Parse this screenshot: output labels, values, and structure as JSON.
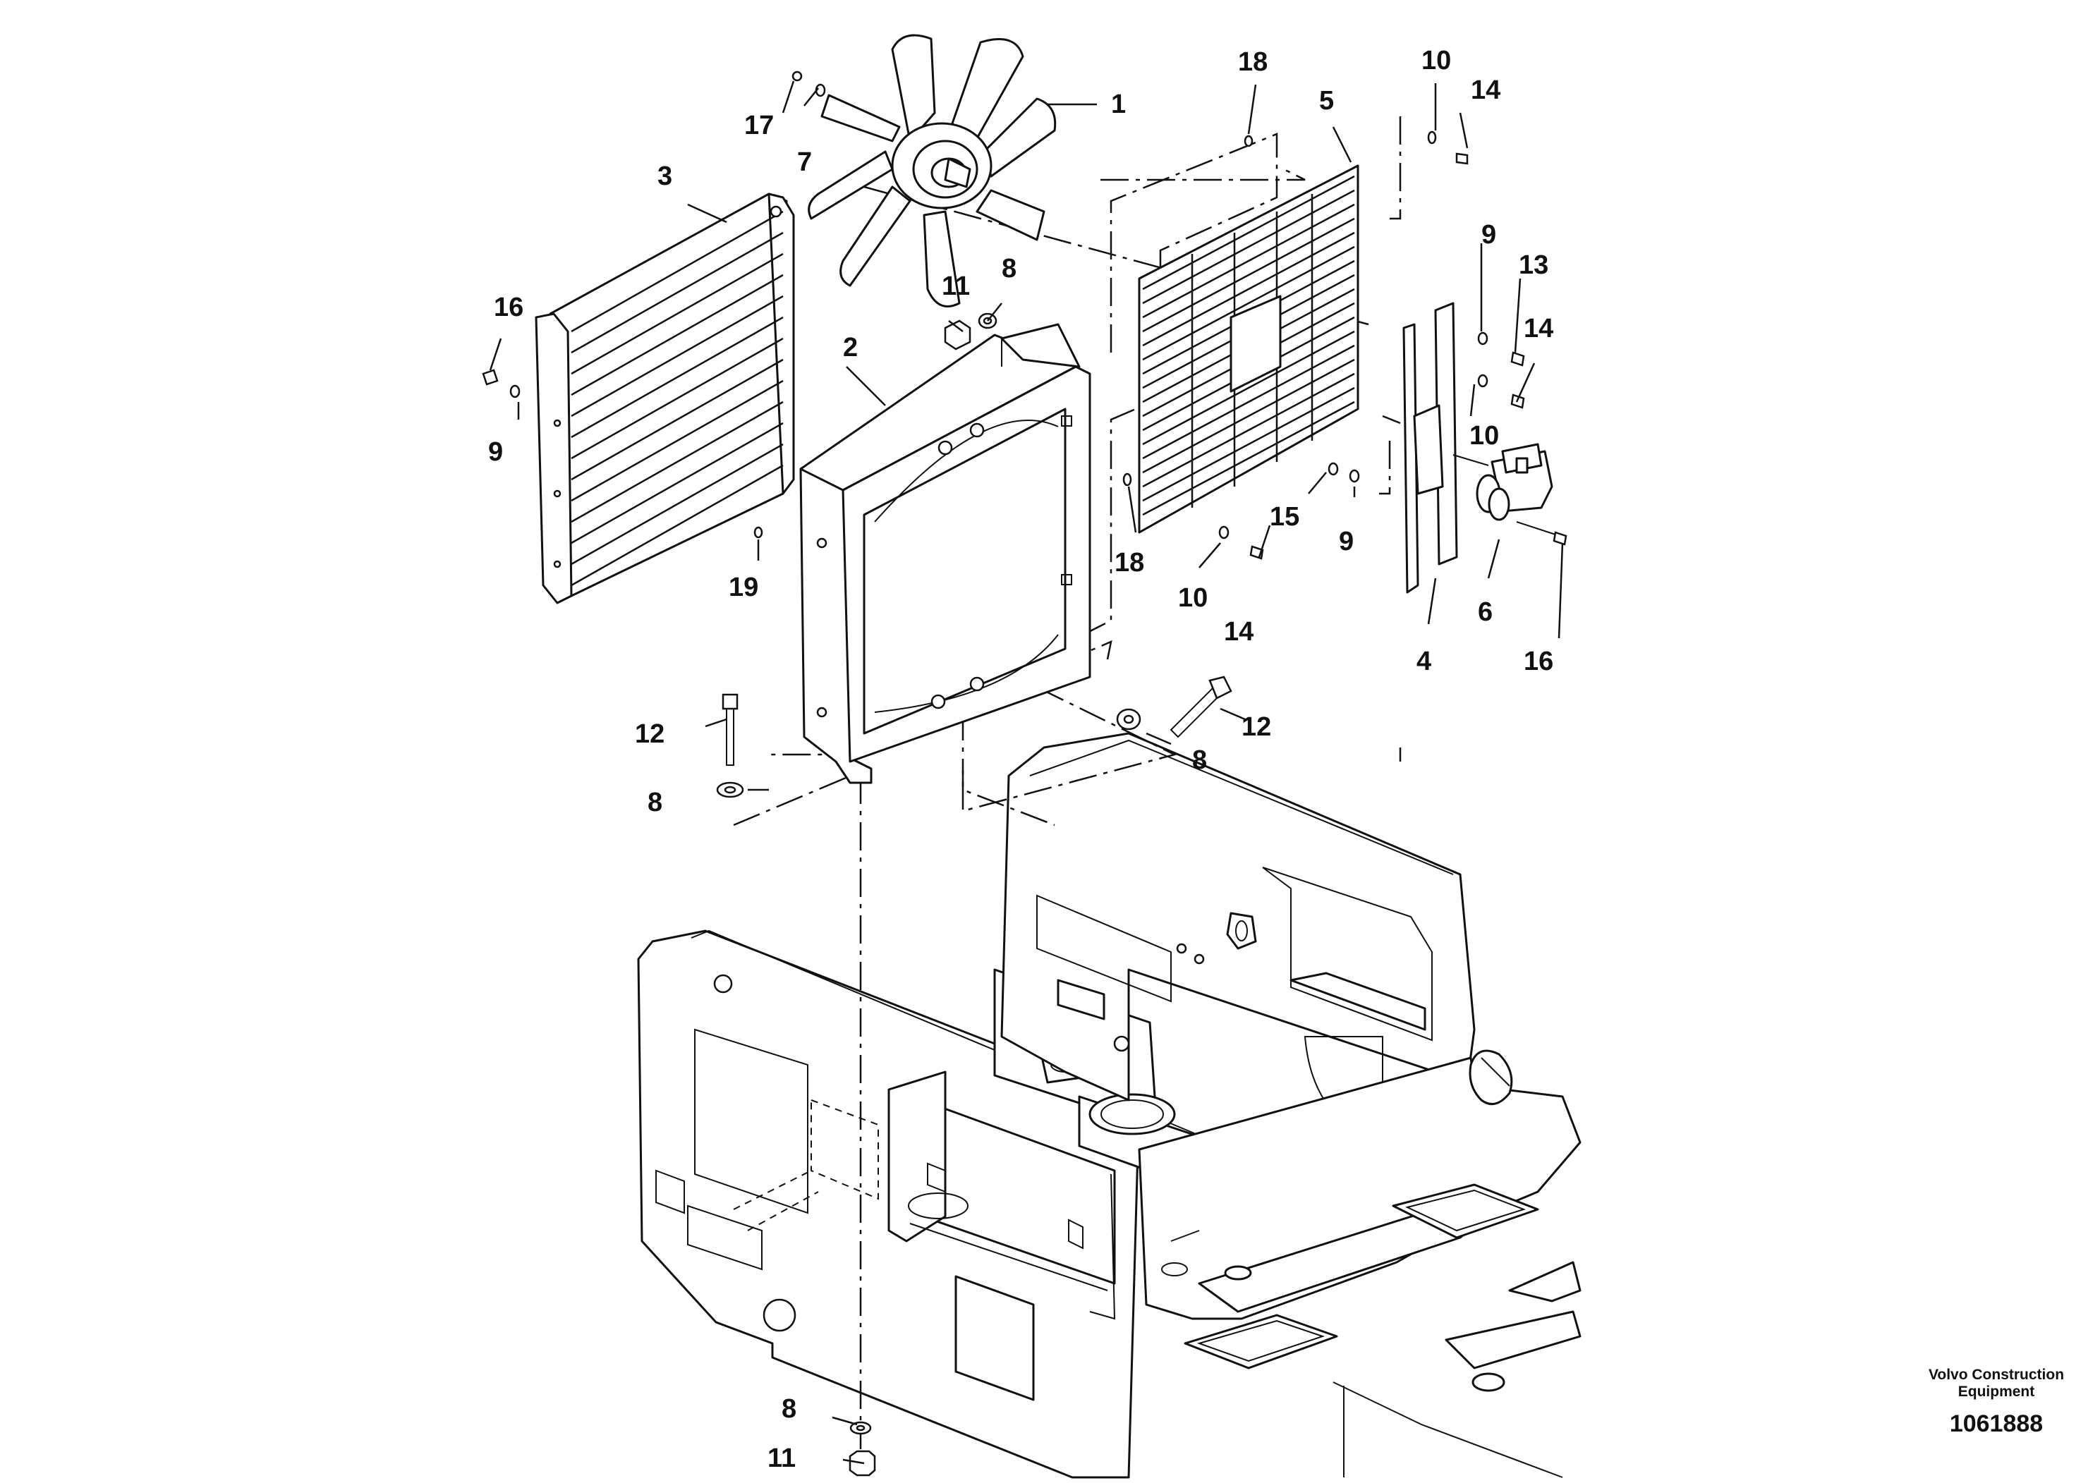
{
  "callouts": [
    "1",
    "2",
    "3",
    "4",
    "5",
    "6",
    "7",
    "8",
    "8",
    "8",
    "8",
    "9",
    "9",
    "9",
    "10",
    "10",
    "10",
    "11",
    "11",
    "12",
    "12",
    "13",
    "14",
    "14",
    "14",
    "15",
    "16",
    "16",
    "17",
    "18",
    "18",
    "19"
  ],
  "footer": {
    "brand_line1": "Volvo Construction",
    "brand_line2": "Equipment",
    "drawing_number": "1061888"
  }
}
